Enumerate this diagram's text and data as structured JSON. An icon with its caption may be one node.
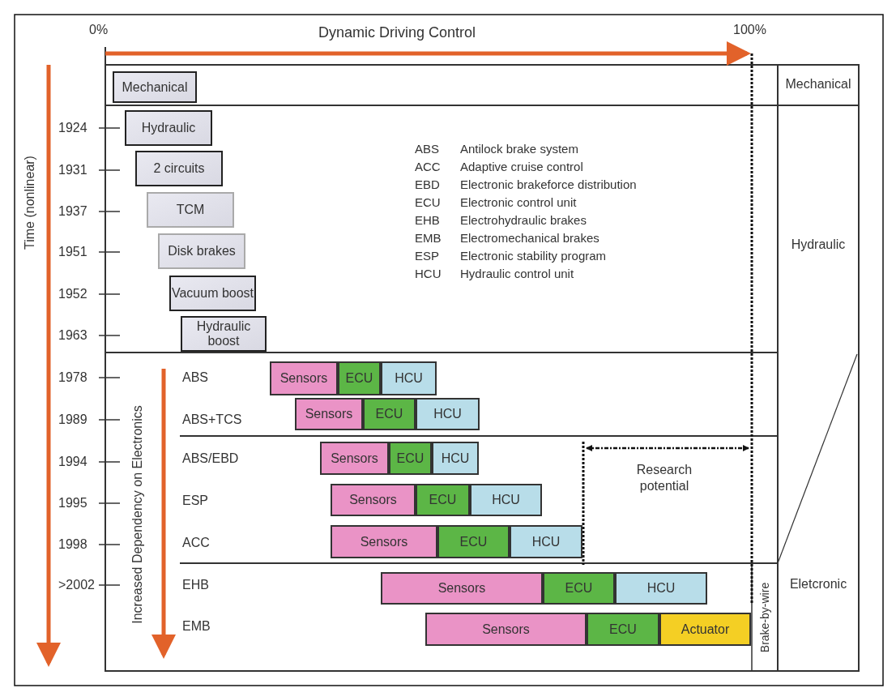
{
  "diagram": {
    "nodes": [
      {
        "text": [
          "Mechanical"
        ]
      },
      {
        "text": [
          "Hydraulic"
        ]
      },
      {
        "text": [
          "2 circuits"
        ]
      },
      {
        "text": [
          "TCM"
        ]
      },
      {
        "text": [
          "Disk brakes"
        ]
      },
      {
        "text": [
          "Vacuum boost"
        ]
      },
      {
        "text": [
          "Hydraulic boost"
        ]
      },
      {
        "text": [
          "Sensors"
        ]
      },
      {
        "text": [
          "ECU"
        ]
      },
      {
        "text": [
          "HCU"
        ]
      },
      {
        "text": [
          "Sensors"
        ]
      },
      {
        "text": [
          "ECU"
        ]
      },
      {
        "text": [
          "HCU"
        ]
      },
      {
        "text": [
          "Sensors"
        ]
      },
      {
        "text": [
          "ECU"
        ]
      },
      {
        "text": [
          "HCU"
        ]
      },
      {
        "text": [
          "Sensors"
        ]
      },
      {
        "text": [
          "ECU"
        ]
      },
      {
        "text": [
          "HCU"
        ]
      },
      {
        "text": [
          "Sensors"
        ]
      },
      {
        "text": [
          "ECU"
        ]
      },
      {
        "text": [
          "HCU"
        ]
      },
      {
        "text": [
          "Sensors"
        ]
      },
      {
        "text": [
          "ECU"
        ]
      },
      {
        "text": [
          "HCU"
        ]
      },
      {
        "text": [
          "Sensors"
        ]
      },
      {
        "text": [
          "ECU"
        ]
      },
      {
        "text": [
          "Actuator"
        ]
      },
      {
        "text": [
          "Mechanical"
        ]
      },
      {
        "text": [
          "Hydraulic"
        ]
      },
      {
        "text": [
          "Eletcronic"
        ]
      }
    ],
    "labels": [
      "0%",
      "Dynamic Driving Control",
      "100%",
      "Time (nonlinear)",
      "1924",
      "1931",
      "1937",
      "1951",
      "1952",
      "1963",
      "1978",
      "1989",
      "1994",
      "1995",
      "1998",
      ">2002",
      "ABS",
      "Antilock brake system",
      "ACC",
      "Adaptive cruise control",
      "EBD",
      "Electronic brakeforce distribution",
      "ECU",
      "Electronic control unit",
      "EHB",
      "Electrohydraulic brakes",
      "EMB",
      "Electromechanical brakes",
      "ESP",
      "Electronic stability program",
      "HCU",
      "Hydraulic control unit",
      "ABS",
      "ABS+TCS",
      "ABS/EBD",
      "ESP",
      "ACC",
      "EHB",
      "EMB",
      "Increased Dependency on Electronics",
      "Research potential",
      "Brake-by-wire"
    ]
  }
}
